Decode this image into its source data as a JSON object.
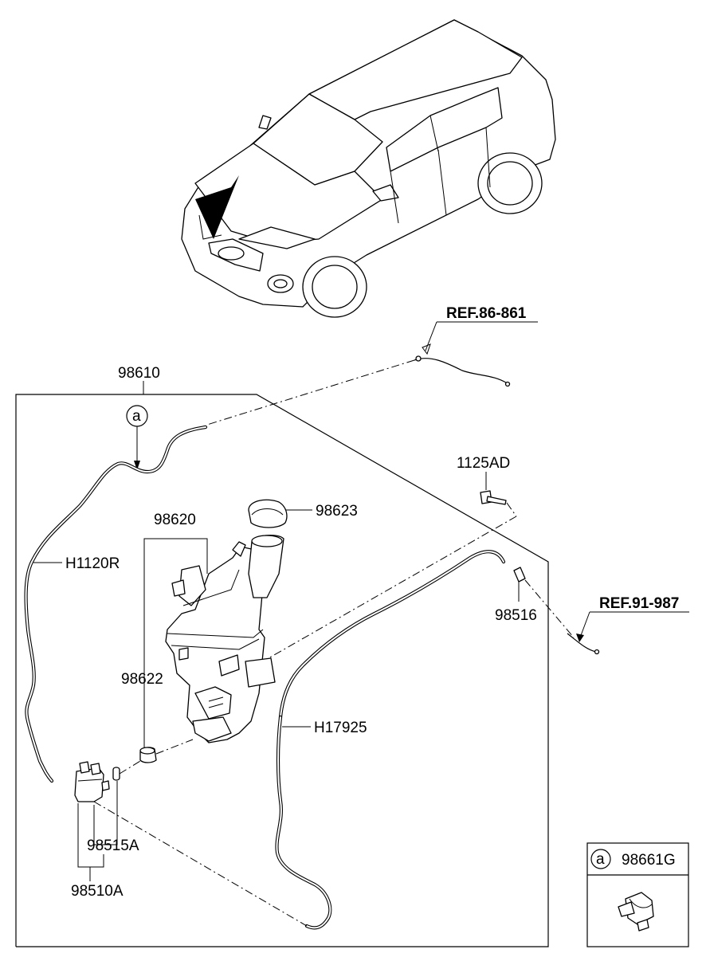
{
  "references": {
    "ref_86": "REF.86-861",
    "ref_91": "REF.91-987"
  },
  "callouts": {
    "assembly": "98610",
    "fastener": "1125AD",
    "cap": "98623",
    "reservoir": "98620",
    "reservoir_seal": "98622",
    "check_valve": "98516",
    "hose_left": "H1120R",
    "hose_right": "H17925",
    "pump_grommet": "98515A",
    "pump": "98510A"
  },
  "circle_marker": "a",
  "legend_box": {
    "marker": "a",
    "part_number": "98661G"
  }
}
